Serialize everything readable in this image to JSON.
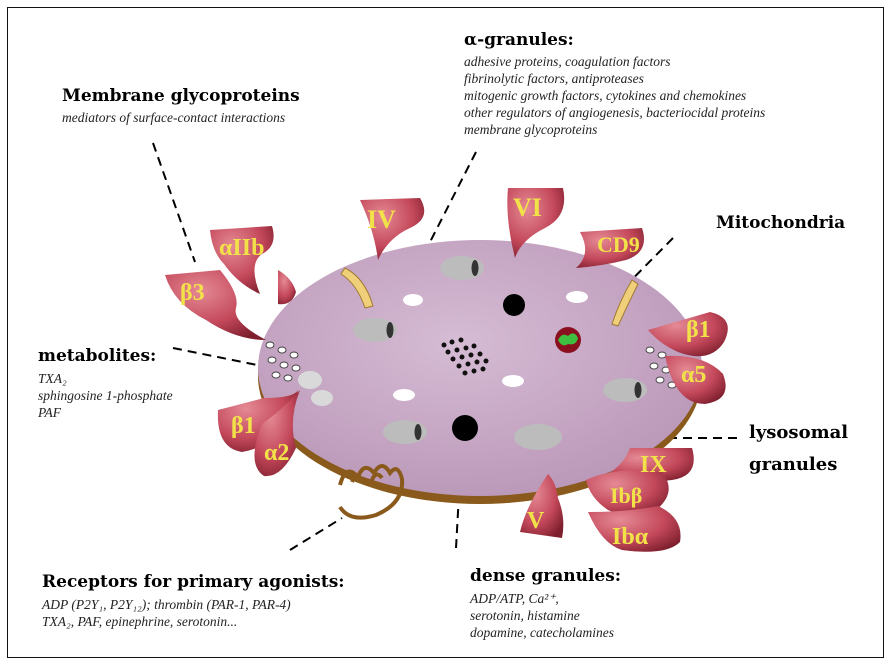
{
  "alpha_granules": {
    "title": "α-granules:",
    "lines": [
      "adhesive proteins, coagulation factors",
      "fibrinolytic factors, antiproteases",
      "mitogenic growth factors, cytokines and chemokines",
      "other regulators of angiogenesis, bacteriocidal proteins",
      "membrane glycoproteins"
    ]
  },
  "membrane_glycoproteins": {
    "title": "Membrane glycoproteins",
    "subtitle": "mediators of surface-contact interactions"
  },
  "mitochondria": {
    "title": "Mitochondria"
  },
  "metabolites": {
    "title": "metabolites:",
    "lines": [
      "TXA₂",
      "sphingosine 1-phosphate",
      "PAF"
    ]
  },
  "lysosomal": {
    "title_1": "lysosomal",
    "title_2": "granules"
  },
  "receptors": {
    "title": "Receptors for primary agonists:",
    "line_1": "ADP (P2Y₁, P2Y₁₂); thrombin (PAR-1, PAR-4)",
    "line_2": "TXA₂, PAF, epinephrine, serotonin..."
  },
  "dense_granules": {
    "title": "dense granules:",
    "lines": [
      "ADP/ATP, Ca²⁺,",
      "serotonin, histamine",
      "dopamine, catecholamines"
    ]
  },
  "receptor_labels": {
    "IV": "IV",
    "VI": "VI",
    "CD9": "CD9",
    "aIIb": "αIIb",
    "b3": "β3",
    "b1_right": "β1",
    "a5": "α5",
    "b1_left": "β1",
    "a2": "α2",
    "IX": "IX",
    "Ib_beta": "Ibβ",
    "V": "V",
    "Ib_alpha": "Ibα"
  },
  "colors": {
    "cell": "#c7aac5",
    "cell_shadow": "#8a5a1c",
    "receptor": "#c2495a",
    "label": "#f2e24a",
    "granule": "#bcbcbc"
  }
}
